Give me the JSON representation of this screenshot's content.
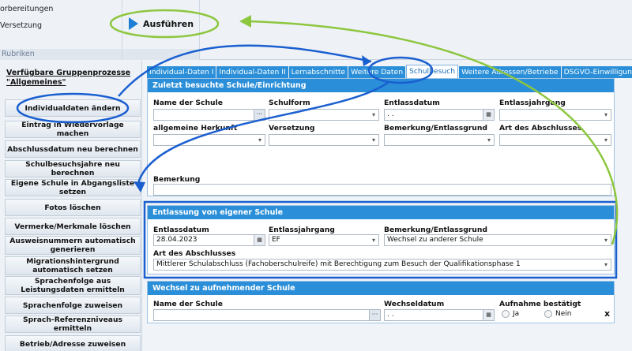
{
  "ribbon": {
    "item1": "orbereitungen",
    "item2": "Versetzung",
    "group_footer": "Rubriken",
    "run_label": "Ausführen"
  },
  "left": {
    "title": "Verfügbare Gruppenprozesse \"Allgemeines\"",
    "items": [
      "Individualdaten ändern",
      "Eintrag in Wiedervorlage machen",
      "Abschlussdatum neu berechnen",
      "Schulbesuchsjahre neu berechnen",
      "Eigene Schule in Abgangsliste setzen",
      "Fotos löschen",
      "Vermerke/Merkmale löschen",
      "Ausweisnummern automatisch generieren",
      "Migrationshintergrund automatisch setzen",
      "Sprachenfolge aus Leistungsdaten ermitteln",
      "Sprachenfolge zuweisen",
      "Sprach-Referenzniveaus ermitteln",
      "Betrieb/Adresse zuweisen"
    ]
  },
  "tabs": [
    "Individual-Daten I",
    "Individual-Daten II",
    "Lernabschnitte",
    "Weitere Daten",
    "Schulbesuch",
    "Weitere Adressen/Betriebe",
    "DSGVO-Einwilligung"
  ],
  "sec1": {
    "title": "Zuletzt besuchte Schule/Einrichtung",
    "name_label": "Name der Schule",
    "schulform_label": "Schulform",
    "entlassdatum_label": "Entlassdatum",
    "entlassdatum_value": " .  .",
    "entlassjahrgang_label": "Entlassjahrgang",
    "herkunft_label": "allgemeine Herkunft",
    "versetzung_label": "Versetzung",
    "bemerkung_grund_label": "Bemerkung/Entlassgrund",
    "abschluss_label": "Art des Abschlusses",
    "bemerkung_label": "Bemerkung"
  },
  "sec2": {
    "title": "Entlassung von eigener Schule",
    "entlassdatum_label": "Entlassdatum",
    "entlassdatum_value": "28.04.2023",
    "entlassjahrgang_label": "Entlassjahrgang",
    "entlassjahrgang_value": "EF",
    "grund_label": "Bemerkung/Entlassgrund",
    "grund_value": "Wechsel zu anderer Schule",
    "abschluss_label": "Art des Abschlusses",
    "abschluss_value": "Mittlerer Schulabschluss (Fachoberschulreife) mit Berechtigung zum Besuch der Qualifikationsphase 1"
  },
  "sec3": {
    "title": "Wechsel zu aufnehmender Schule",
    "name_label": "Name der Schule",
    "wechseldatum_label": "Wechseldatum",
    "wechseldatum_value": " .  .",
    "aufnahme_label": "Aufnahme bestätigt",
    "ja_label": "Ja",
    "nein_label": "Nein",
    "clear_label": "x"
  },
  "colors": {
    "tab_blue": "#2a8fd8",
    "annotation_blue": "#1a5fd0",
    "annotation_green": "#8dc63f"
  }
}
